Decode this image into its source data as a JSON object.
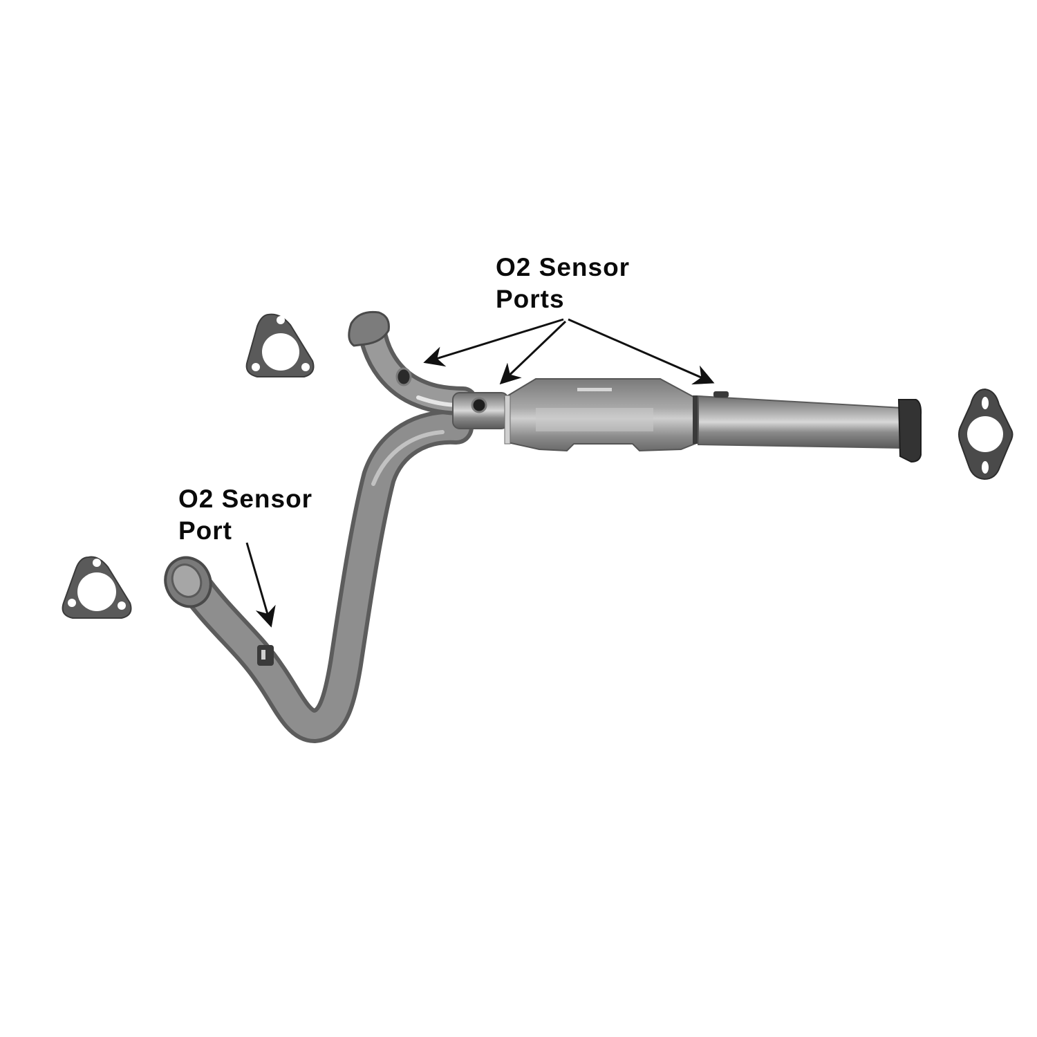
{
  "diagram": {
    "subject": "Y-pipe catalytic converter assembly",
    "background_color": "#ffffff",
    "pipe_color": "#8a8a8a",
    "gasket_color": "#555555",
    "arrow_color": "#111111",
    "labels": {
      "top": {
        "line1": "O2 Sensor",
        "line2": "Ports"
      },
      "left": {
        "line1": "O2 Sensor",
        "line2": "Port"
      }
    },
    "components": [
      {
        "id": "gasket-upper-left",
        "kind": "three-bolt triangular gasket"
      },
      {
        "id": "gasket-lower-left",
        "kind": "three-bolt triangular gasket"
      },
      {
        "id": "gasket-right",
        "kind": "two-bolt diamond gasket"
      },
      {
        "id": "upper-inlet-pipe",
        "kind": "inlet pipe with flange"
      },
      {
        "id": "lower-inlet-pipe",
        "kind": "inlet pipe with flange"
      },
      {
        "id": "y-junction",
        "kind": "pipe merge with O2 port"
      },
      {
        "id": "catalytic-converter",
        "kind": "oval converter body"
      },
      {
        "id": "outlet-pipe",
        "kind": "outlet pipe with flange"
      }
    ],
    "arrows": [
      {
        "from": "top-label",
        "to": "upper-inlet-pipe O2 port"
      },
      {
        "from": "top-label",
        "to": "y-junction O2 port"
      },
      {
        "from": "top-label",
        "to": "outlet-pipe O2 port"
      },
      {
        "from": "left-label",
        "to": "lower-inlet-pipe O2 port"
      }
    ]
  }
}
